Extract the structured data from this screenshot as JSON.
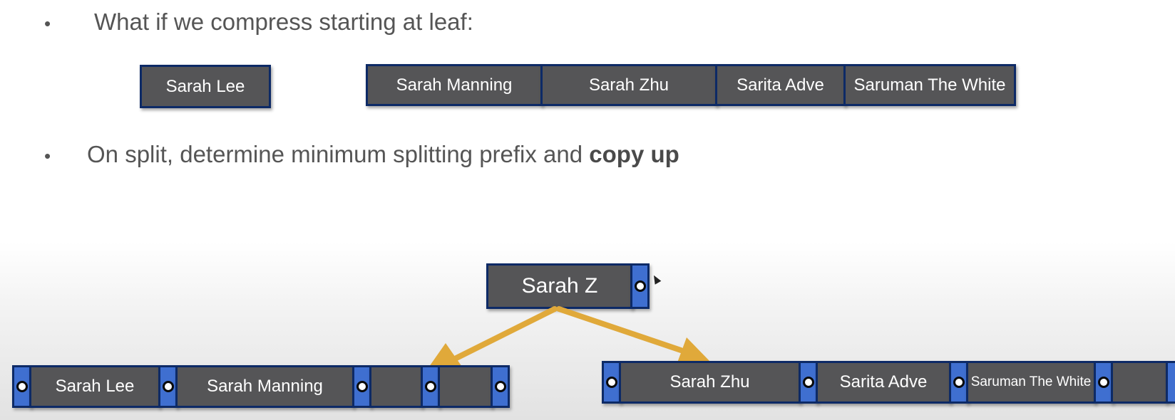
{
  "bullets": {
    "first": "What if we compress starting at leaf:",
    "second_prefix": "On split, determine minimum splitting prefix and ",
    "second_bold": "copy up"
  },
  "top_row": {
    "single": "Sarah Lee",
    "group": [
      "Sarah Manning",
      "Sarah Zhu",
      "Sarita Adve",
      "Saruman The White"
    ]
  },
  "root": {
    "key": "Sarah Z"
  },
  "left_leaf": {
    "keys": [
      "Sarah Lee",
      "Sarah Manning",
      "",
      ""
    ]
  },
  "right_leaf": {
    "keys": [
      "Sarah Zhu",
      "Sarita Adve",
      "Saruman The White",
      ""
    ]
  },
  "colors": {
    "key_fill": "#555557",
    "key_border": "#0d2a66",
    "pointer_fill": "#3f6fd0",
    "arrow": "#e0a93a",
    "text": "#555555"
  }
}
